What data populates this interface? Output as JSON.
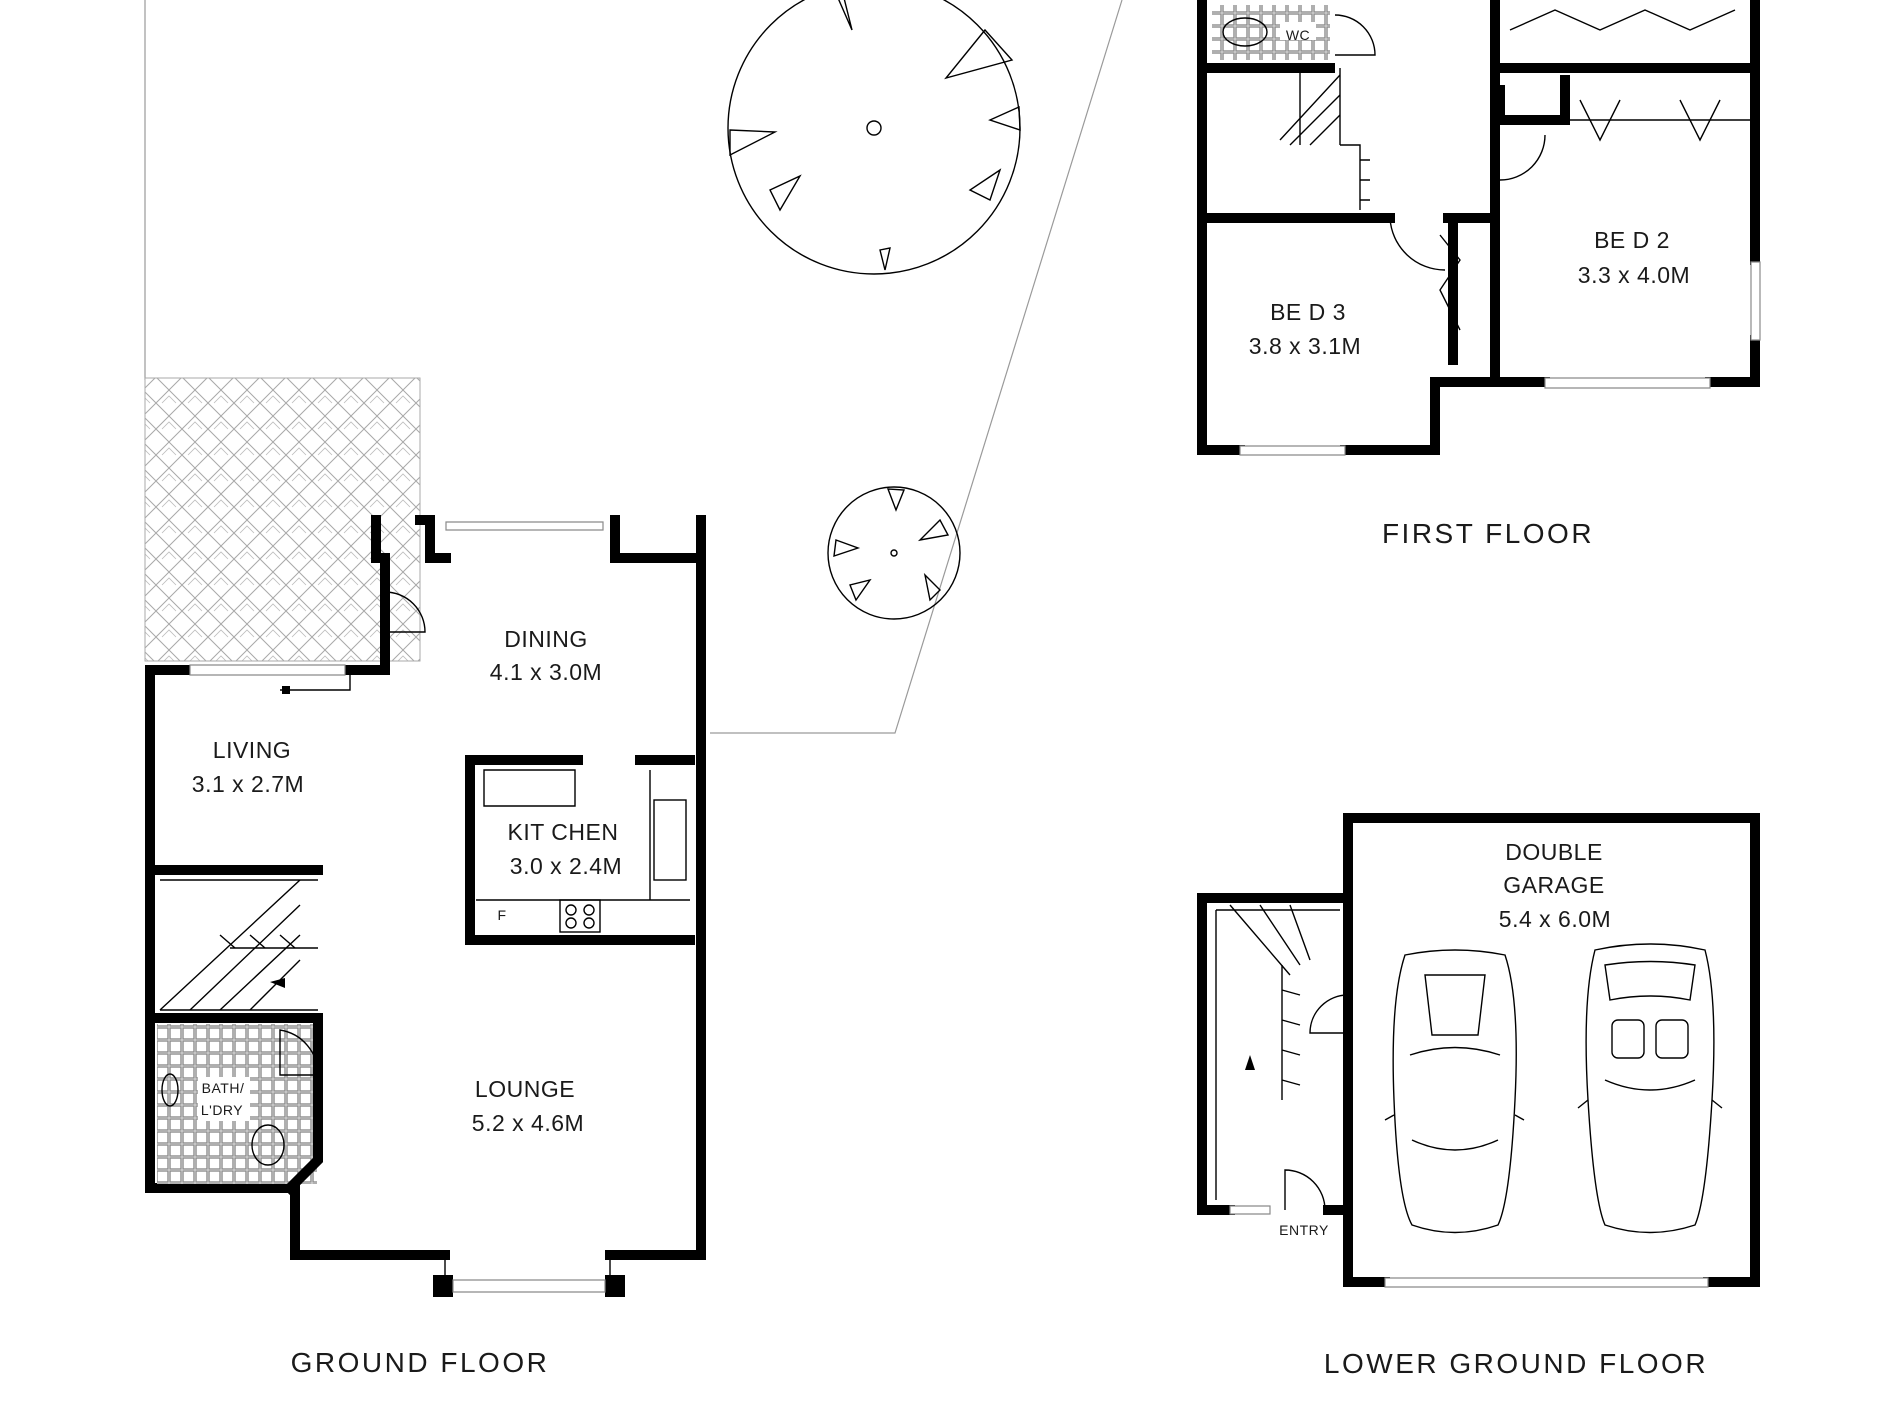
{
  "floors": {
    "ground": {
      "title": "GROUND FLOOR",
      "rooms": {
        "dining": {
          "name": "DINING",
          "size": "4.1 x 3.0M"
        },
        "living": {
          "name": "LIVING",
          "size": "3.1 x 2.7M"
        },
        "kitchen": {
          "name": "KIT CHEN",
          "size": "3.0 x 2.4M"
        },
        "lounge": {
          "name": "LOUNGE",
          "size": "5.2 x 4.6M"
        },
        "bath": {
          "name": "BATH/",
          "name2": "L'DRY"
        },
        "fridge": {
          "label": "F"
        }
      }
    },
    "first": {
      "title": "FIRST FLOOR",
      "rooms": {
        "wc": {
          "name": "WC"
        },
        "bed2": {
          "name": "BE D 2",
          "size": "3.3 x 4.0M"
        },
        "bed3": {
          "name": "BE D 3",
          "size": "3.8 x 3.1M"
        }
      }
    },
    "lower": {
      "title": "LOWER GROUND FLOOR",
      "rooms": {
        "garage": {
          "line1": "DOUBLE",
          "line2": "GARAGE",
          "size": "5.4 x 6.0M"
        },
        "entry": {
          "name": "ENTRY"
        }
      }
    }
  }
}
